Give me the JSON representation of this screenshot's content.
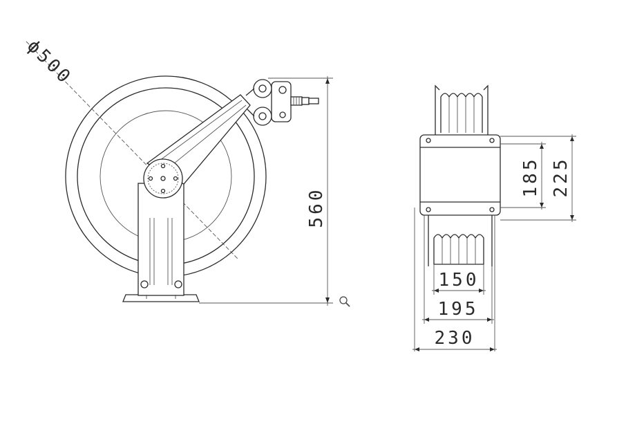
{
  "front_view": {
    "dim_diameter": "ϕ500",
    "dim_height": "560"
  },
  "side_view": {
    "dim_185": "185",
    "dim_225": "225",
    "dim_150": "150",
    "dim_195": "195",
    "dim_230": "230"
  },
  "icons": {
    "zoom": "magnifier-icon"
  }
}
